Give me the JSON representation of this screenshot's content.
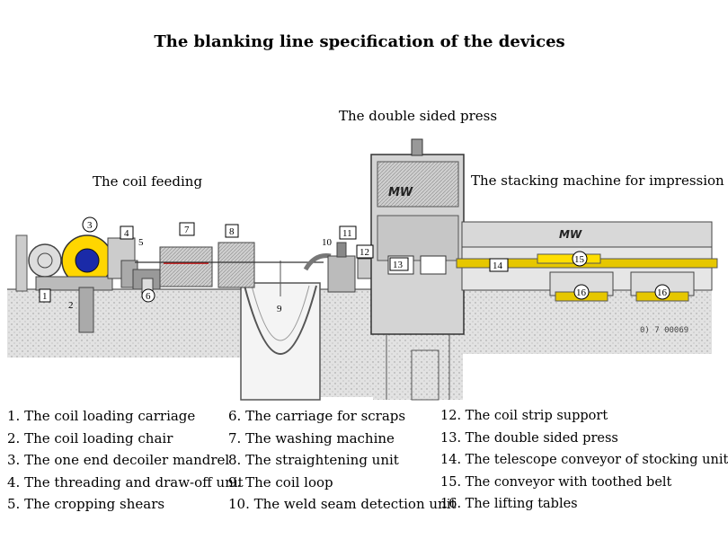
{
  "title": "The blanking line specification of the devices",
  "sections": {
    "press": "The double sided press",
    "coil_feeding": "The coil feeding",
    "stacking": "The stacking machine for impression"
  },
  "diagram": {
    "logo_press": "MW",
    "logo_stacker": "MW",
    "drawing_code": "0) 7 00069",
    "callouts": [
      "1",
      "2",
      "3",
      "4",
      "5",
      "6",
      "7",
      "8",
      "9",
      "10",
      "11",
      "12",
      "13",
      "14",
      "15",
      "16",
      "16"
    ]
  },
  "legend": {
    "col1": [
      "1. The coil loading carriage",
      "2. The coil loading chair",
      "3. The one end decoiler mandrel",
      "4. The threading and draw-off unit",
      "5. The cropping shears"
    ],
    "col2": [
      "6. The carriage for scraps",
      "7. The washing machine",
      "8. The straightening unit",
      "9. The coil loop",
      "10. The weld seam detection unit"
    ],
    "col3": [
      "12. The coil strip support",
      "13. The double sided press",
      "14. The telescope conveyor of stocking unit",
      "15. The conveyor with toothed belt",
      "16. The lifting tables"
    ]
  }
}
